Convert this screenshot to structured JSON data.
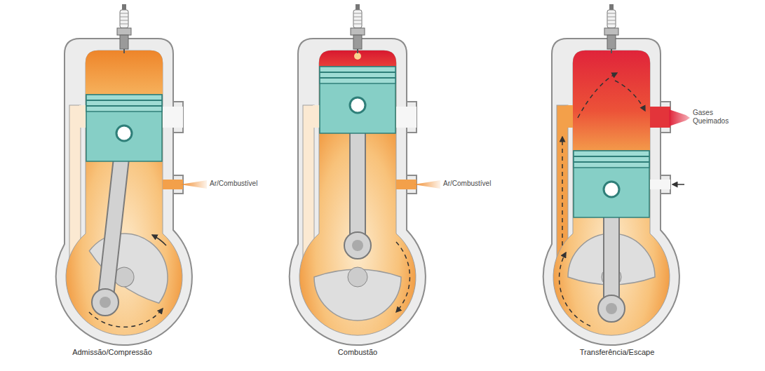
{
  "diagram": {
    "labels": [
      "Ar/Combustível",
      "Ar/Combustível",
      "Gases Queimados",
      "Admissão/Compressão",
      "Combustão",
      "Transferência/Escape"
    ]
  }
}
